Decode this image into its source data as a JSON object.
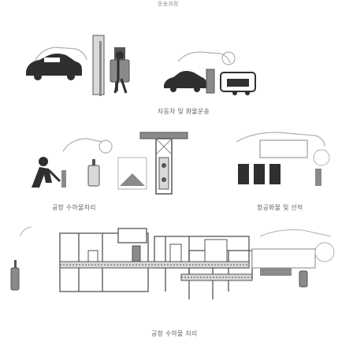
{
  "header": {
    "title": "운송과정"
  },
  "panels": [
    {
      "id": "car-luggage",
      "caption": "자동차 및 화물운송"
    },
    {
      "id": "airport-luggage",
      "caption": "공항 수하물처리"
    },
    {
      "id": "air-cargo",
      "caption": "항공화물 및 선적"
    },
    {
      "id": "airport-baggage-system",
      "caption": "공항 수하물 처리"
    }
  ],
  "colors": {
    "line": "#555555",
    "fill_dark": "#2f2f2f",
    "fill_mid": "#8a8a8a",
    "fill_light": "#d9d9d9",
    "text": "#666666"
  }
}
